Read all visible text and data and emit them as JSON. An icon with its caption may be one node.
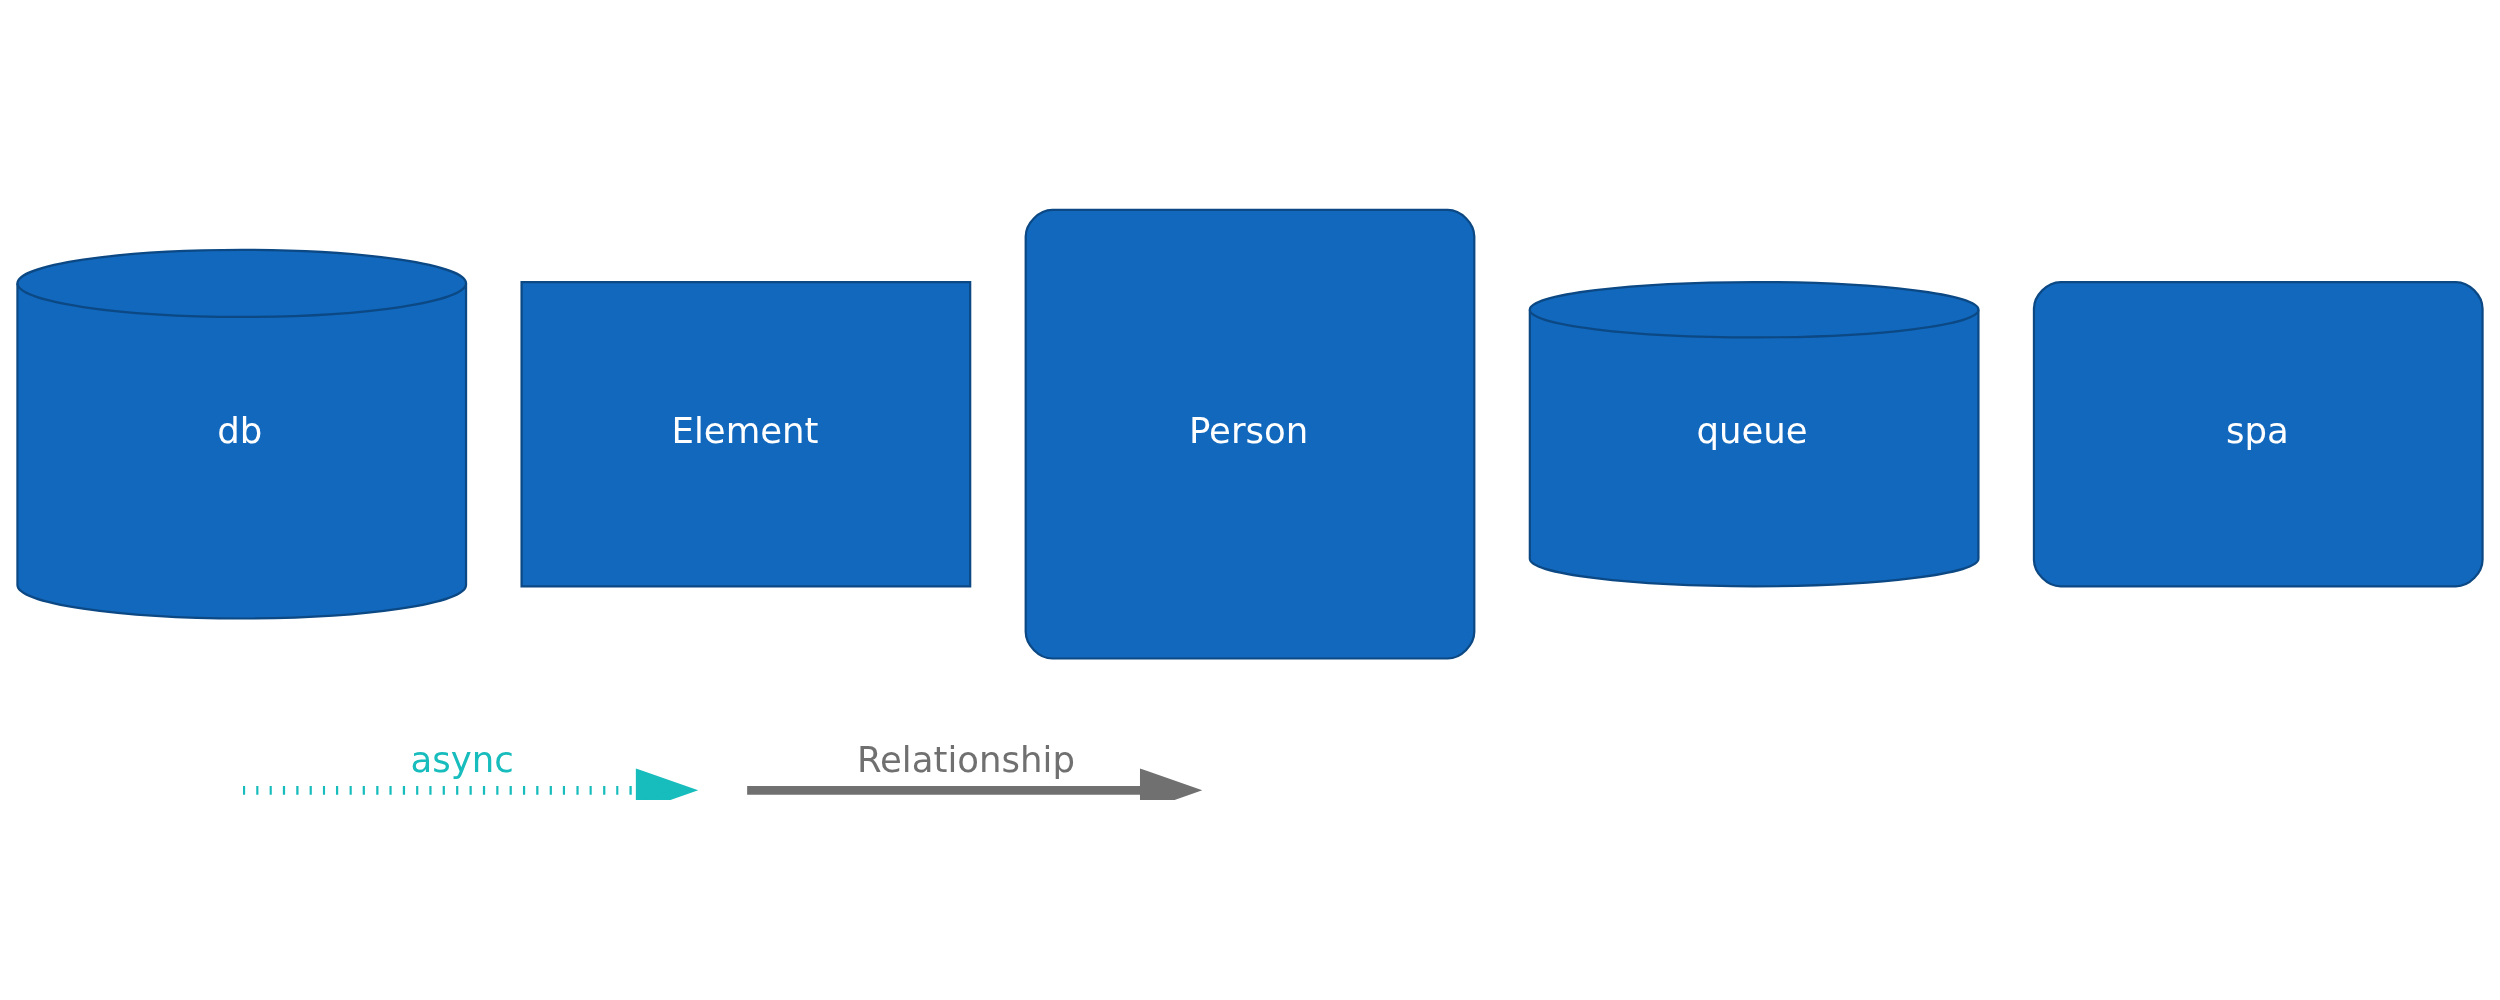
{
  "diagram": {
    "nodes": [
      {
        "text": [
          "db"
        ]
      },
      {
        "text": [
          "Element"
        ]
      },
      {
        "text": [
          "Person"
        ]
      },
      {
        "text": [
          "queue"
        ]
      },
      {
        "text": [
          "spa"
        ]
      }
    ],
    "legend": [
      {
        "text": "async"
      },
      {
        "text": "Relationship"
      }
    ]
  }
}
